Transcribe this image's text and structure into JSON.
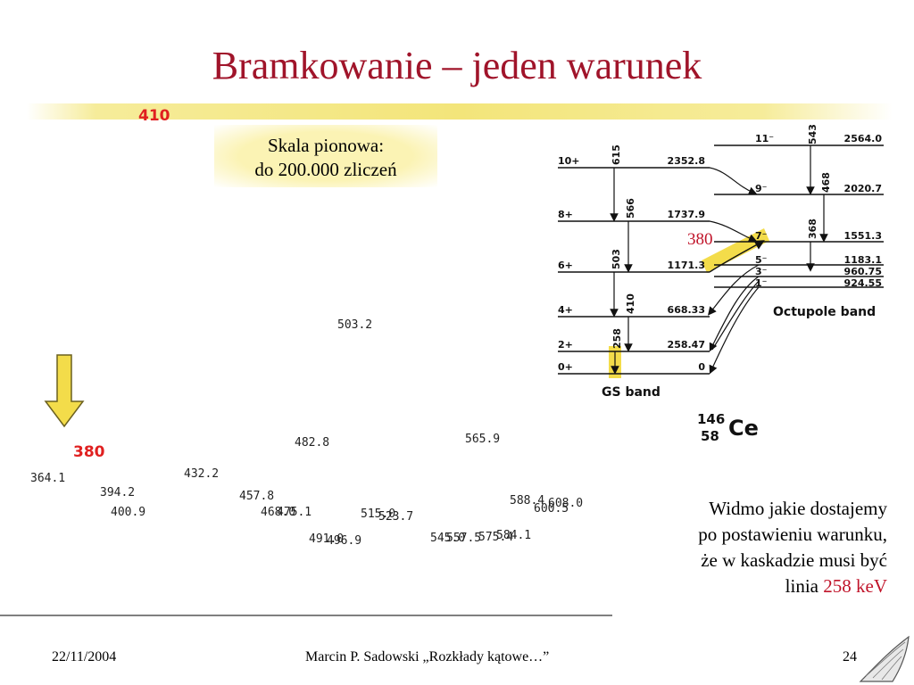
{
  "slide": {
    "title": "Bramkowanie – jeden warunek",
    "note_line1": "Skala pionowa:",
    "note_line2": "do 200.000 zliczeń",
    "caption_line1": "Widmo jakie dostajemy",
    "caption_line2": "po postawieniu warunku,",
    "caption_line3": "że w kaskadzie musi być",
    "caption_line4_prefix": "linia",
    "caption_line4_highlight": "258 keV",
    "footer_date": "22/11/2004",
    "footer_center": "Marcin P. Sadowski „Rozkłady kątowe…”",
    "footer_page": "24",
    "accent_color": "#a0142a"
  },
  "spectrum": {
    "peak_labels_red": [
      "410",
      "380"
    ],
    "peak_labels": [
      "364.1",
      "394.2",
      "400.9",
      "432.2",
      "457.8",
      "468.0",
      "475.1",
      "482.8",
      "503.2",
      "491.0",
      "496.9",
      "515.0",
      "523.7",
      "545.0",
      "557.5",
      "565.9",
      "575.4",
      "584.1",
      "588.4",
      "600.5",
      "608.0"
    ]
  },
  "level_scheme": {
    "gs_left": [
      "10+",
      "8+",
      "6+",
      "4+",
      "2+",
      "0+"
    ],
    "gs_energies": [
      "2352.8",
      "1737.9",
      "1171.3",
      "668.33",
      "258.47",
      "0"
    ],
    "gs_transitions": [
      "615",
      "566",
      "503",
      "410",
      "258"
    ],
    "oct_spins": [
      "11⁻",
      "9⁻",
      "7⁻",
      "5⁻",
      "3⁻",
      "1⁻"
    ],
    "oct_energies": [
      "2564.0",
      "2020.7",
      "1551.3",
      "1183.1",
      "960.75",
      "924.55"
    ],
    "oct_transitions": [
      "543",
      "468",
      "368"
    ],
    "gs_band_label": "GS band",
    "octupole_band_label": "Octupole band",
    "highlight_label": "380",
    "nucleus_mass": "146",
    "nucleus_z": "58",
    "nucleus_symbol": "Ce"
  }
}
